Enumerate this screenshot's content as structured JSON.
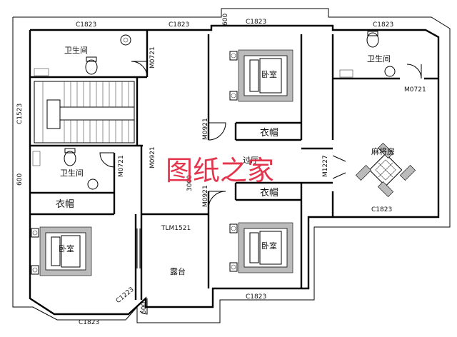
{
  "rooms": {
    "bath_left_top": "卫生间",
    "bath_left_mid": "卫生间",
    "bath_right": "卫生间",
    "wardrobe_left": "衣帽",
    "wardrobe_mid_top": "衣帽",
    "wardrobe_mid_bot": "衣帽",
    "bedroom_left": "卧室",
    "bedroom_mid_top": "卧室",
    "bedroom_mid_bot": "卧室",
    "hall": "过厅",
    "mahjong": "麻将房",
    "terrace": "露台"
  },
  "dims": {
    "top_c1823_a": "C1823",
    "top_c1823_b": "C1823",
    "top_c1823_c": "C1823",
    "top_c1823_d": "C1823",
    "top_600": "600",
    "right_c1823": "C1823",
    "bottom_c1823_left": "C1823",
    "bottom_c1823_mid": "C1823",
    "c1523": "C1523",
    "left_600": "600",
    "c1223": "C1223",
    "tlm1521": "TLM1521",
    "bottom_600": "600",
    "v3000": "3000",
    "m0721_a": "M0721",
    "m0721_b": "M0721",
    "m0721_c": "M0721",
    "m0921_a": "M0921",
    "m0921_b": "M0921",
    "m0921_c": "M0921",
    "m1227": "M1227"
  },
  "watermark": "图纸之家"
}
